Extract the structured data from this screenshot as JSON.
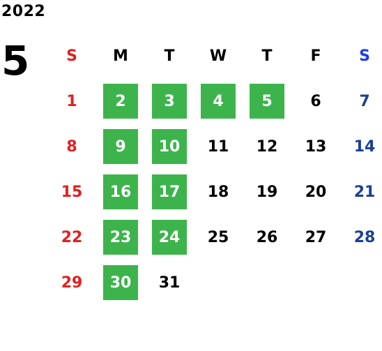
{
  "year": "2022",
  "month": "5",
  "weekdays": [
    "S",
    "M",
    "T",
    "W",
    "T",
    "F",
    "S"
  ],
  "colors": {
    "sunday": "#e02020",
    "saturday_header": "#1a3cf0",
    "saturday": "#1b3f94",
    "weekday": "#000000",
    "highlight_bg": "#3cb44b",
    "highlight_text": "#ffffff"
  },
  "first_weekday_index": 0,
  "days_in_month": 31,
  "highlighted_days": [
    2,
    3,
    4,
    5,
    9,
    10,
    16,
    17,
    23,
    24,
    30
  ]
}
